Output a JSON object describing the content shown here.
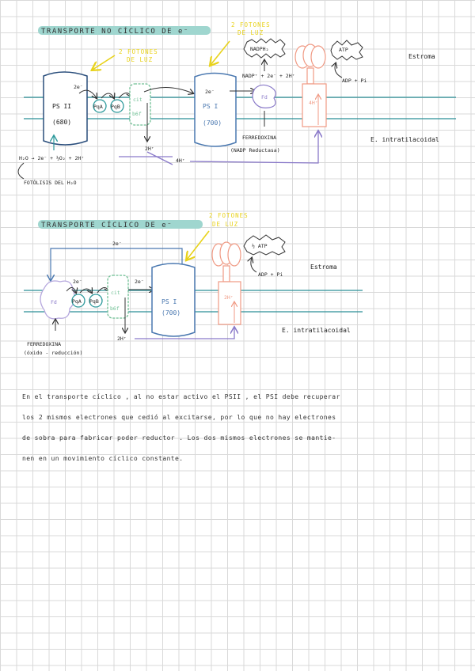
{
  "section1": {
    "title": "TRANSPORTE NO CÍCLICO DE e⁻",
    "photons_psii": [
      "2 FOTONES",
      "DE LUZ"
    ],
    "photons_psi": [
      "2 FOTONES",
      "DE LUZ"
    ],
    "psii": [
      "PS II",
      "(680)"
    ],
    "psi": [
      "PS I",
      "(700)"
    ],
    "pq": "PqA",
    "pb": "PqB",
    "cit": [
      "cit",
      "b6f"
    ],
    "fd": "Fd",
    "e_psii": "2e⁻",
    "e_psi": "2e⁻",
    "h_cit": "2H⁺",
    "h_bottom": "4H⁺",
    "h_synthase": "4H⁺",
    "nadph": "NADPH₂",
    "atp": "ATP",
    "adp": "ADP + Pi",
    "nadp_eq": "NADP⁺ + 2e⁻ + 2H⁺",
    "ferredoxina": [
      "FERREDOXINA",
      "(NADP Reductasa)"
    ],
    "water_eq": "H₂O → 2e⁻ + ½O₂ + 2H⁺",
    "fotolisis": "FOTÓLISIS DEL H₂O",
    "estroma": "Estroma",
    "intratilacoidal": "E. intratilacoidal"
  },
  "section2": {
    "title": "TRANSPORTE CÍCLICO DE e⁻",
    "photons": [
      "2 FOTONES",
      "DE LUZ"
    ],
    "e_top": "2e⁻",
    "fd": "Fd",
    "pq": "PqA",
    "pb": "PqB",
    "cit": [
      "cit",
      "b6f"
    ],
    "e_left": "2e⁻",
    "e_right": "2e⁻",
    "psi": [
      "PS I",
      "(700)"
    ],
    "h_cit": "2H⁺",
    "h_synthase": "2H⁺",
    "atp": "½ ATP",
    "adp": "ADP + Pi",
    "estroma": "Estroma",
    "intratilacoidal": "E. intratilacoidal",
    "ferredoxina": [
      "FERREDOXINA",
      "(óxido - reducción)"
    ]
  },
  "note": [
    "En el transporte cíclico , al no estar activo el PSII , el PSI debe recuperar",
    "los 2 mismos electrones que cedió al excitarse, por lo que no hay electrones",
    "de sobra para fabricar poder reductor . Los dos mismos electrones se mantie-",
    "nen en un movimiento cíclico constante."
  ],
  "colors": {
    "membrane": "#2a8f96",
    "blue": "#4a78b0",
    "teal": "#2f9a9c",
    "green": "#6fbf94",
    "pink": "#f09a84",
    "purple": "#8a7ac9",
    "yellow": "#e8d21a",
    "highlight": "#9fd6cf"
  }
}
